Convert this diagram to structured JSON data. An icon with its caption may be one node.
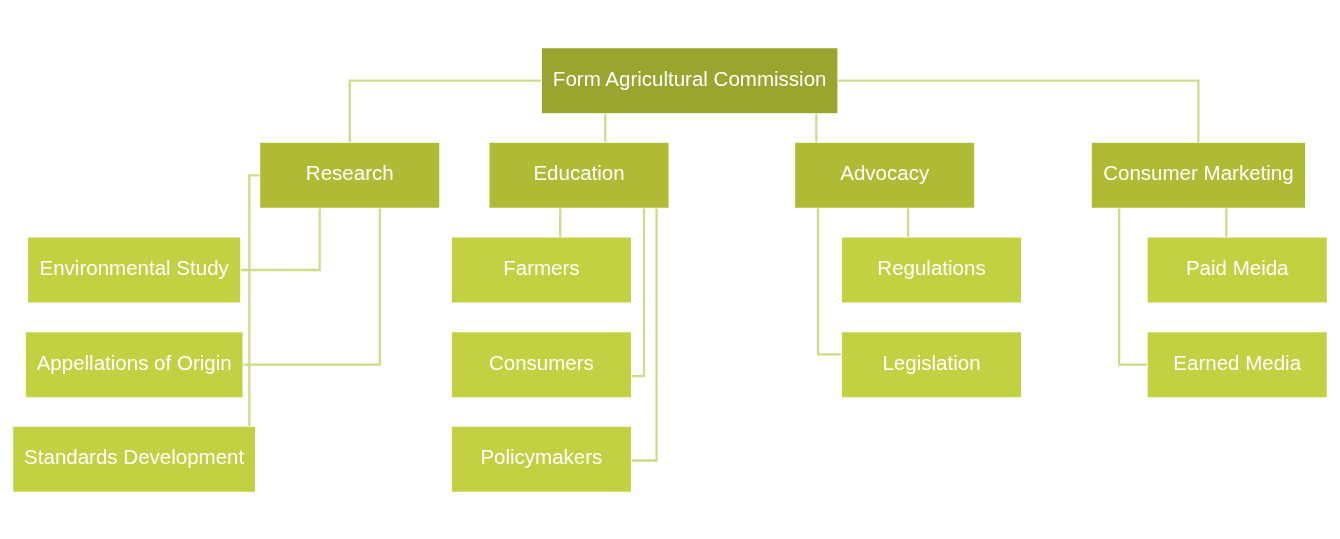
{
  "diagram": {
    "nodes": [
      {
        "text": [
          "Form Agricultural Commission"
        ]
      },
      {
        "text": [
          "Research"
        ]
      },
      {
        "text": [
          "Education"
        ]
      },
      {
        "text": [
          "Advocacy"
        ]
      },
      {
        "text": [
          "Consumer Marketing"
        ]
      },
      {
        "text": [
          "Environmental Study"
        ]
      },
      {
        "text": [
          "Appellations of Origin"
        ]
      },
      {
        "text": [
          "Standards Development"
        ]
      },
      {
        "text": [
          "Farmers"
        ]
      },
      {
        "text": [
          "Consumers"
        ]
      },
      {
        "text": [
          "Policymakers"
        ]
      },
      {
        "text": [
          "Regulations"
        ]
      },
      {
        "text": [
          "Legislation"
        ]
      },
      {
        "text": [
          "Paid Meida"
        ]
      },
      {
        "text": [
          "Earned Media"
        ]
      }
    ],
    "edges": [
      {
        "from": 0,
        "to": 1,
        "arrow": "none"
      },
      {
        "from": 0,
        "to": 2,
        "arrow": "none"
      },
      {
        "from": 0,
        "to": 3,
        "arrow": "none"
      },
      {
        "from": 0,
        "to": 4,
        "arrow": "none"
      },
      {
        "from": 1,
        "to": 5,
        "arrow": "none"
      },
      {
        "from": 1,
        "to": 6,
        "arrow": "none"
      },
      {
        "from": 1,
        "to": 7,
        "arrow": "none"
      },
      {
        "from": 2,
        "to": 8,
        "arrow": "none"
      },
      {
        "from": 2,
        "to": 9,
        "arrow": "none"
      },
      {
        "from": 2,
        "to": 10,
        "arrow": "none"
      },
      {
        "from": 3,
        "to": 11,
        "arrow": "none"
      },
      {
        "from": 3,
        "to": 12,
        "arrow": "none"
      },
      {
        "from": 4,
        "to": 13,
        "arrow": "none"
      },
      {
        "from": 4,
        "to": 14,
        "arrow": "none"
      }
    ]
  }
}
